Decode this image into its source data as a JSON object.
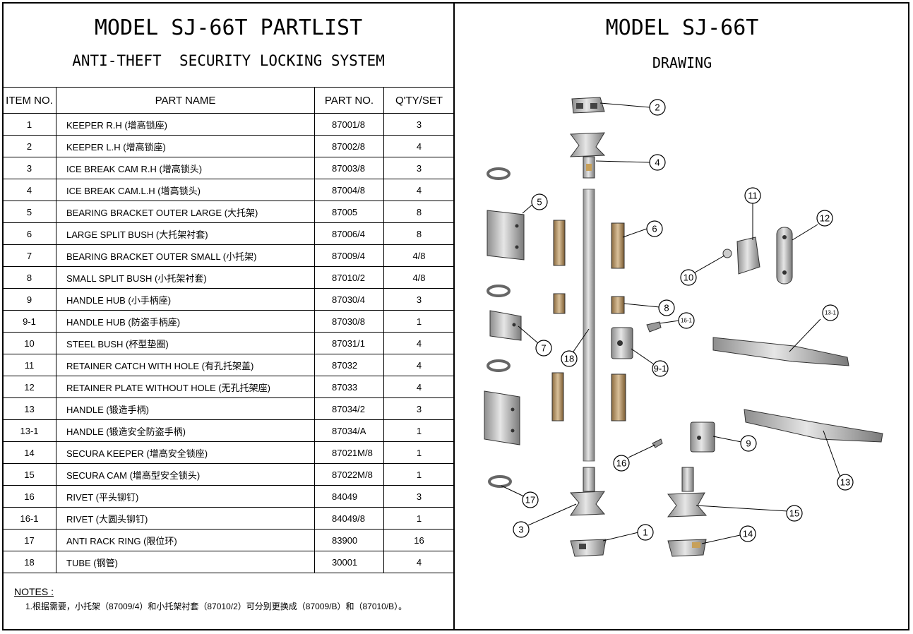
{
  "left_header": {
    "title": "MODEL SJ-66T PARTLIST",
    "subtitle": "ANTI-THEFT  SECURITY LOCKING SYSTEM"
  },
  "right_header": {
    "title": "MODEL SJ-66T",
    "subtitle": "DRAWING"
  },
  "table": {
    "headers": [
      "ITEM NO.",
      "PART NAME",
      "PART NO.",
      "Q'TY/SET"
    ],
    "rows": [
      {
        "item": "1",
        "name": "KEEPER R.H  (增高锁座)",
        "part_no": "87001/8",
        "qty": "3"
      },
      {
        "item": "2",
        "name": "KEEPER L.H  (增高锁座)",
        "part_no": "87002/8",
        "qty": "4"
      },
      {
        "item": "3",
        "name": "ICE BREAK CAM R.H  (增高锁头)",
        "part_no": "87003/8",
        "qty": "3"
      },
      {
        "item": "4",
        "name": "ICE BREAK CAM.L.H  (增高锁头)",
        "part_no": "87004/8",
        "qty": "4"
      },
      {
        "item": "5",
        "name": "BEARING BRACKET OUTER LARGE  (大托架)",
        "part_no": "87005",
        "qty": "8"
      },
      {
        "item": "6",
        "name": "LARGE SPLIT BUSH  (大托架衬套)",
        "part_no": "87006/4",
        "qty": "8"
      },
      {
        "item": "7",
        "name": "BEARING BRACKET OUTER SMALL  (小托架)",
        "part_no": "87009/4",
        "qty": "4/8"
      },
      {
        "item": "8",
        "name": "SMALL SPLIT BUSH  (小托架衬套)",
        "part_no": "87010/2",
        "qty": "4/8"
      },
      {
        "item": "9",
        "name": "HANDLE HUB  (小手柄座)",
        "part_no": "87030/4",
        "qty": "3"
      },
      {
        "item": "9-1",
        "name": "HANDLE HUB  (防盗手柄座)",
        "part_no": "87030/8",
        "qty": "1"
      },
      {
        "item": "10",
        "name": "STEEL BUSH  (杯型垫圈)",
        "part_no": "87031/1",
        "qty": "4"
      },
      {
        "item": "11",
        "name": "RETAINER CATCH WITH HOLE  (有孔托架盖)",
        "part_no": "87032",
        "qty": "4"
      },
      {
        "item": "12",
        "name": "RETAINER PLATE WITHOUT HOLE  (无孔托架座)",
        "part_no": "87033",
        "qty": "4"
      },
      {
        "item": "13",
        "name": "HANDLE  (锻造手柄)",
        "part_no": "87034/2",
        "qty": "3"
      },
      {
        "item": "13-1",
        "name": "HANDLE  (锻造安全防盗手柄)",
        "part_no": "87034/A",
        "qty": "1"
      },
      {
        "item": "14",
        "name": "SECURA  KEEPER  (增高安全锁座)",
        "part_no": "87021M/8",
        "qty": "1"
      },
      {
        "item": "15",
        "name": "SECURA  CAM  (增高型安全锁头)",
        "part_no": "87022M/8",
        "qty": "1"
      },
      {
        "item": "16",
        "name": "RIVET  (平头铆钉)",
        "part_no": "84049",
        "qty": "3"
      },
      {
        "item": "16-1",
        "name": "RIVET  (大圆头铆钉)",
        "part_no": "84049/8",
        "qty": "1"
      },
      {
        "item": "17",
        "name": "ANTI RACK RING  (限位环)",
        "part_no": "83900",
        "qty": "16"
      },
      {
        "item": "18",
        "name": "TUBE  (钢管)",
        "part_no": "30001",
        "qty": "4"
      }
    ]
  },
  "notes": {
    "heading": "NOTES :",
    "line1": "1.根据需要，小托架（87009/4）和小托架衬套（87010/2）可分别更换成（87009/B）和（87010/B）。"
  },
  "callouts": {
    "c2": "2",
    "c4": "4",
    "c5": "5",
    "c6": "6",
    "c11": "11",
    "c12": "12",
    "c10": "10",
    "c8": "8",
    "c16_1": "16-1",
    "c13_1": "13-1",
    "c7": "7",
    "c18": "18",
    "c9_1": "9-1",
    "c9": "9",
    "c16": "16",
    "c13": "13",
    "c17": "17",
    "c3": "3",
    "c15": "15",
    "c1": "1",
    "c14": "14"
  }
}
